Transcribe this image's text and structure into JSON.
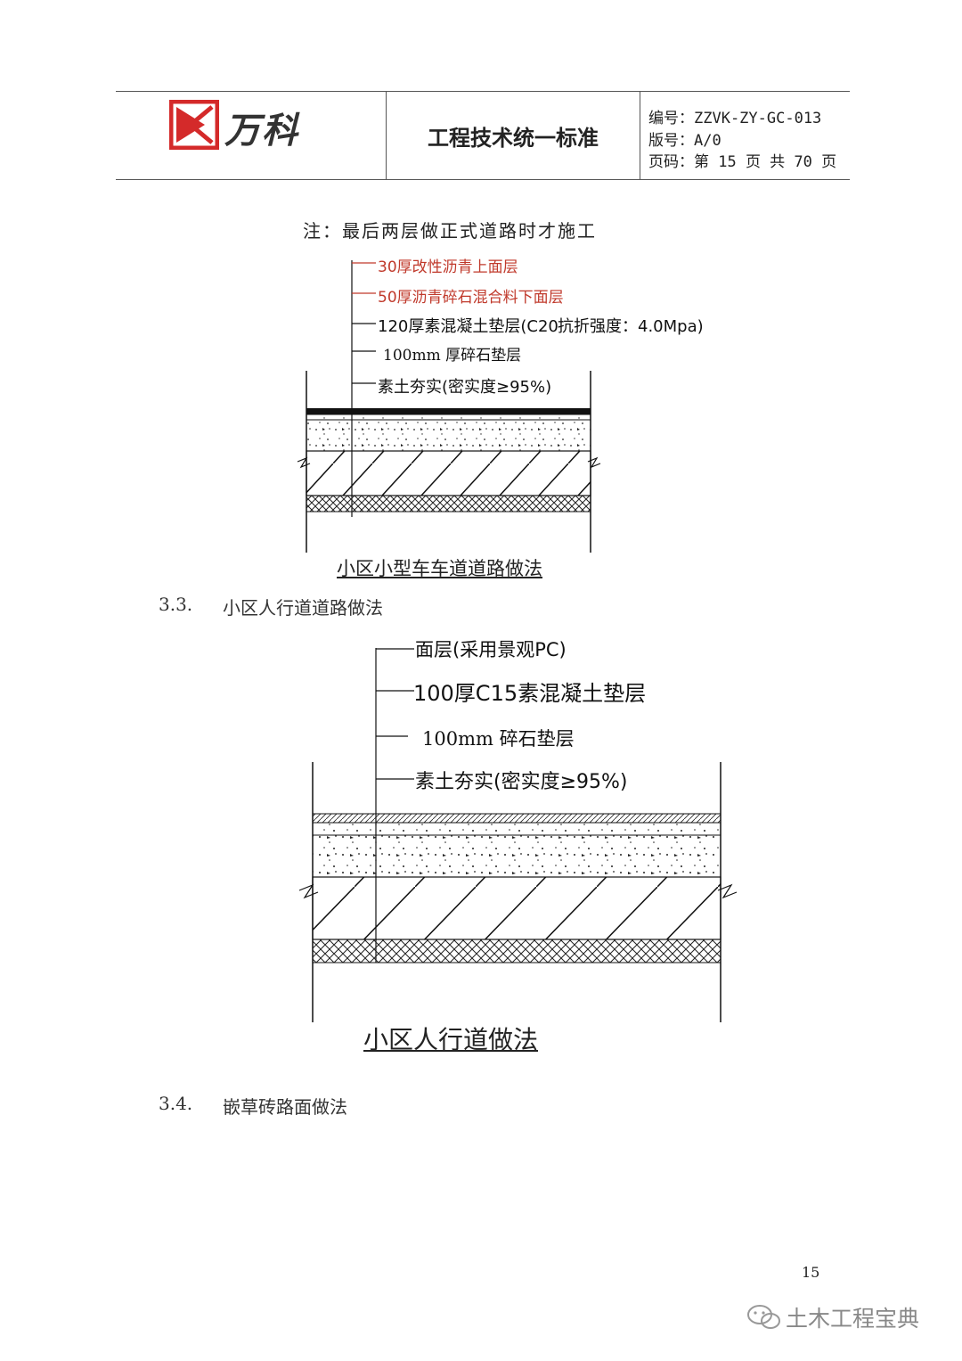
{
  "header": {
    "logo_text": "万科",
    "title": "工程技术统一标准",
    "code_line": "编号：ZZVK-ZY-GC-013",
    "version_line": "版号：A/0",
    "page_line": "页码：第 15 页 共 70 页"
  },
  "note": "注：最后两层做正式道路时才施工",
  "diagram1": {
    "layers": [
      "30厚改性沥青上面层",
      "50厚沥青碎石混合料下面层",
      "120厚素混凝土垫层(C20",
      "抗折强度：4.0Mpa)",
      "100mm 厚碎石垫层",
      "素土夯实(密实度≥95%)"
    ],
    "caption": "小区小型车车道道路做法"
  },
  "section_3_3": {
    "number": "3.3.",
    "title": "小区人行道道路做法"
  },
  "diagram2": {
    "layers": [
      "面层(采用景观PC)",
      "100厚C15素混凝土垫层",
      "100mm 碎石垫层",
      "素土夯实(密实度≥95%)"
    ],
    "caption": "小区人行道做法"
  },
  "section_3_4": {
    "number": "3.4.",
    "title": "嵌草砖路面做法"
  },
  "page_number": "15",
  "watermark": "土木工程宝典",
  "colors": {
    "logo_red": "#d42a2a",
    "red_text": "#c0392b",
    "rule": "#555555"
  }
}
